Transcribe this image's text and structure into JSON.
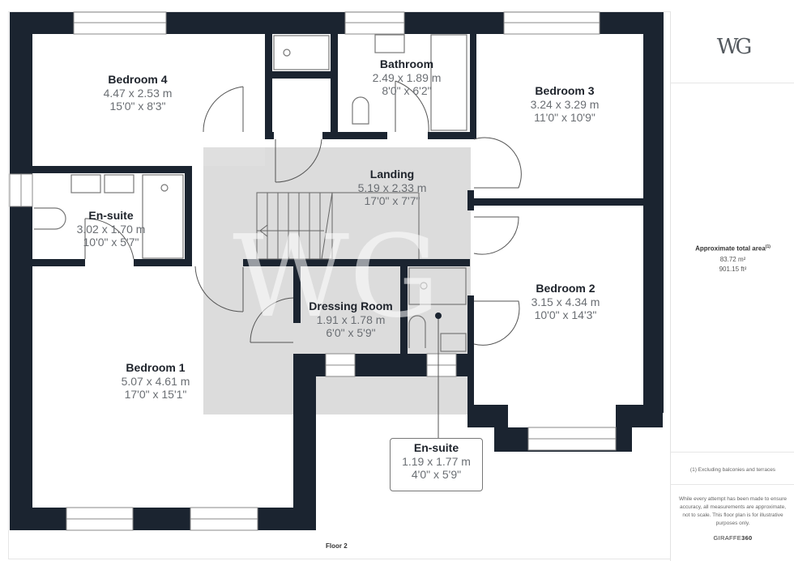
{
  "brand": {
    "logo_text": "WG",
    "watermark_text": "WG"
  },
  "area_summary": {
    "title": "Approximate total area",
    "footnote_marker": "(1)",
    "metric": "83.72 m²",
    "imperial": "901.15 ft²"
  },
  "footnote": "(1) Excluding balconies and terraces",
  "disclaimer": "While every attempt has been made to ensure accuracy, all measurements are approximate, not to scale. This floor plan is for illustrative purposes only.",
  "provider": {
    "name_regular": "GIRAFFE",
    "name_bold": "360"
  },
  "floor_label": "Floor 2",
  "colors": {
    "wall": "#1b2430",
    "landing_fill": "#dcdcdc",
    "room_fill": "#ffffff",
    "text_dark": "#1e232b",
    "text_dim": "#6a6e73"
  },
  "rooms": [
    {
      "name": "Bedroom 4",
      "metric": "4.47 x 2.53 m",
      "imperial": "15'0\" x 8'3\""
    },
    {
      "name": "Bathroom",
      "metric": "2.49 x 1.89 m",
      "imperial": "8'0\" x 6'2\""
    },
    {
      "name": "Bedroom 3",
      "metric": "3.24 x 3.29 m",
      "imperial": "11'0\" x 10'9\""
    },
    {
      "name": "Landing",
      "metric": "5.19 x 2.33 m",
      "imperial": "17'0\" x 7'7\""
    },
    {
      "name": "En-suite",
      "metric": "3.02 x 1.70 m",
      "imperial": "10'0\" x 5'7\""
    },
    {
      "name": "Dressing Room",
      "metric": "1.91 x 1.78 m",
      "imperial": "6'0\" x 5'9\""
    },
    {
      "name": "Bedroom 2",
      "metric": "3.15 x 4.34 m",
      "imperial": "10'0\" x 14'3\""
    },
    {
      "name": "Bedroom 1",
      "metric": "5.07 x 4.61 m",
      "imperial": "17'0\" x 15'1\""
    },
    {
      "name": "En-suite",
      "metric": "1.19 x 1.77 m",
      "imperial": "4'0\" x 5'9\""
    }
  ]
}
